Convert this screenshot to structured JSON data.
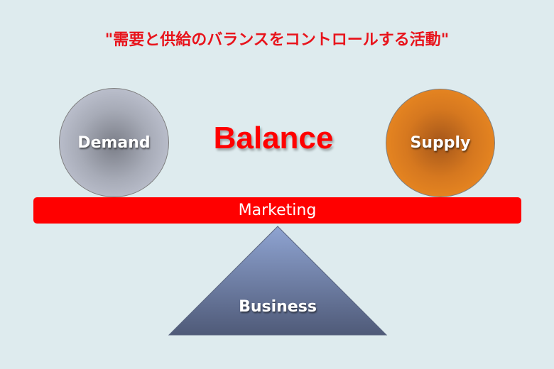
{
  "title": "\"需要と供給のバランスをコントロールする活動\"",
  "demand_label": "Demand",
  "supply_label": "Supply",
  "balance_label": "Balance",
  "beam_label": "Marketing",
  "fulcrum_label": "Business",
  "colors": {
    "background": "#deebee",
    "accent_red": "#ff0000",
    "supply_orange": "#ec8a22",
    "demand_gray": "#c3c7d5",
    "fulcrum_blue": "#5a6685"
  }
}
